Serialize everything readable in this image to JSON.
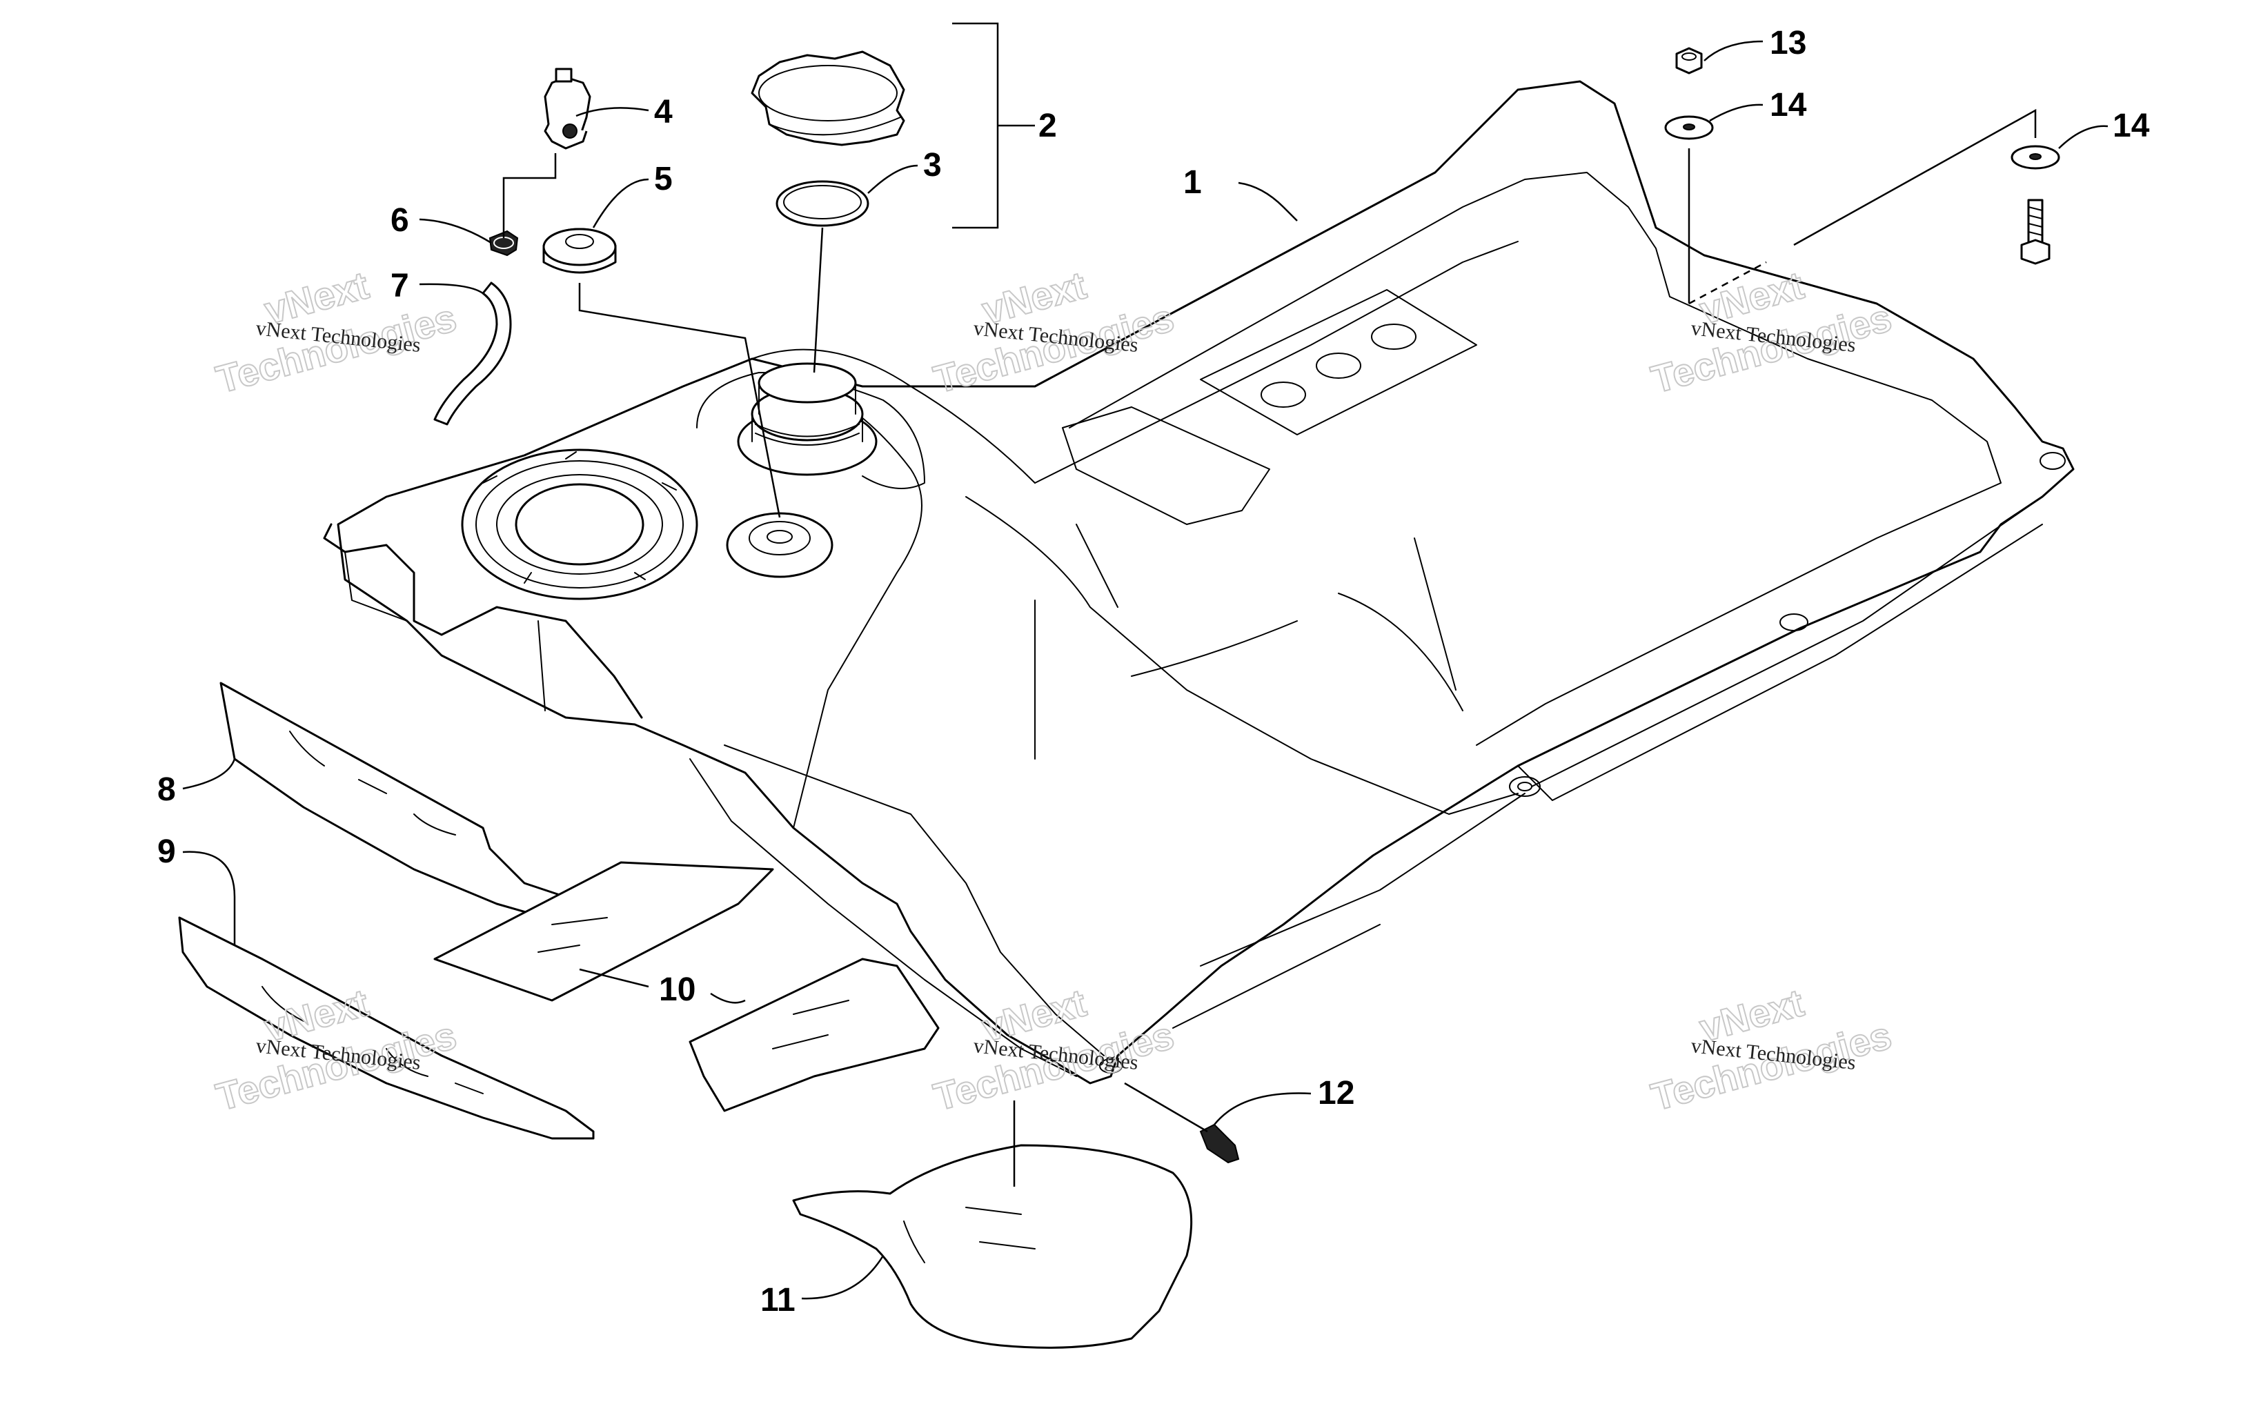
{
  "callouts": [
    {
      "id": "1",
      "label": "1"
    },
    {
      "id": "2",
      "label": "2"
    },
    {
      "id": "3",
      "label": "3"
    },
    {
      "id": "4",
      "label": "4"
    },
    {
      "id": "5",
      "label": "5"
    },
    {
      "id": "6",
      "label": "6"
    },
    {
      "id": "7",
      "label": "7"
    },
    {
      "id": "8",
      "label": "8"
    },
    {
      "id": "9",
      "label": "9"
    },
    {
      "id": "10",
      "label": "10"
    },
    {
      "id": "11",
      "label": "11"
    },
    {
      "id": "12",
      "label": "12"
    },
    {
      "id": "13",
      "label": "13"
    },
    {
      "id": "14a",
      "label": "14"
    },
    {
      "id": "14b",
      "label": "14"
    }
  ],
  "watermark": {
    "line1": "vNext Technologies",
    "line2": "vNext",
    "line3": "Technologies"
  }
}
